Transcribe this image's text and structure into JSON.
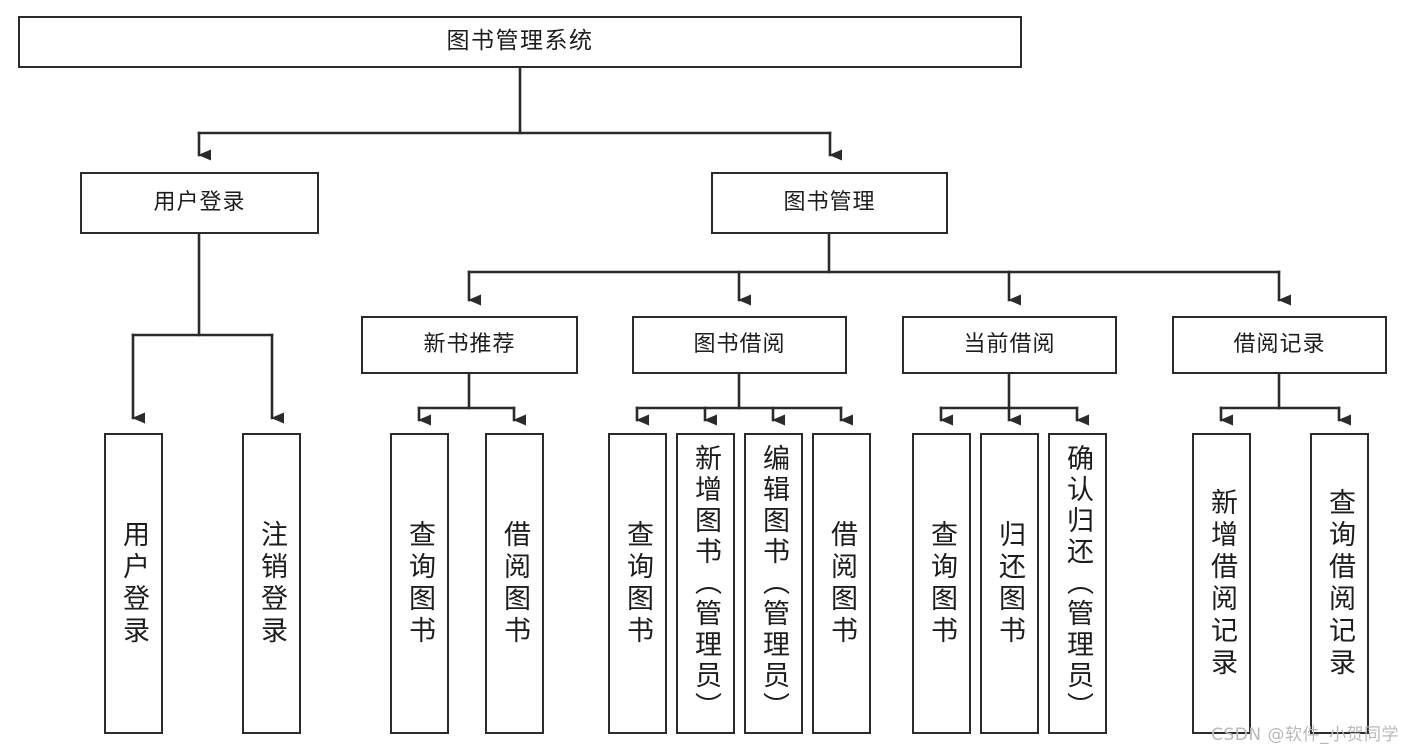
{
  "diagram": {
    "type": "tree-hierarchy",
    "title": "图书管理系统",
    "orientation": "top-down",
    "line_color": "#2b2b2b",
    "box_fill": "#ffffff",
    "text_color": "#1d1d1d",
    "levels": 4,
    "nodes": {
      "root": {
        "label": "图书管理系统",
        "level": 1
      },
      "l2": [
        {
          "label": "用户登录",
          "level": 2
        },
        {
          "label": "图书管理",
          "level": 2
        }
      ],
      "l3": [
        {
          "label": "新书推荐",
          "level": 3,
          "parent": "图书管理"
        },
        {
          "label": "图书借阅",
          "level": 3,
          "parent": "图书管理"
        },
        {
          "label": "当前借阅",
          "level": 3,
          "parent": "图书管理"
        },
        {
          "label": "借阅记录",
          "level": 3,
          "parent": "图书管理"
        }
      ],
      "leaves": [
        {
          "label": "用户登录",
          "parent": "用户登录",
          "group": "login"
        },
        {
          "label": "注销登录",
          "parent": "用户登录",
          "group": "login"
        },
        {
          "label": "查询图书",
          "parent": "新书推荐",
          "group": "recommend"
        },
        {
          "label": "借阅图书",
          "parent": "新书推荐",
          "group": "recommend"
        },
        {
          "label": "查询图书",
          "parent": "图书借阅",
          "group": "borrow"
        },
        {
          "label": "新增图书（管理员）",
          "parent": "图书借阅",
          "group": "borrow"
        },
        {
          "label": "编辑图书（管理员）",
          "parent": "图书借阅",
          "group": "borrow"
        },
        {
          "label": "借阅图书",
          "parent": "图书借阅",
          "group": "borrow"
        },
        {
          "label": "查询图书",
          "parent": "当前借阅",
          "group": "current"
        },
        {
          "label": "归还图书",
          "parent": "当前借阅",
          "group": "current"
        },
        {
          "label": "确认归还（管理员）",
          "parent": "当前借阅",
          "group": "current"
        },
        {
          "label": "新增借阅记录",
          "parent": "借阅记录",
          "group": "records"
        },
        {
          "label": "查询借阅记录",
          "parent": "借阅记录",
          "group": "records"
        }
      ]
    }
  },
  "watermark": {
    "text": "CSDN @软件_小贺同学"
  }
}
